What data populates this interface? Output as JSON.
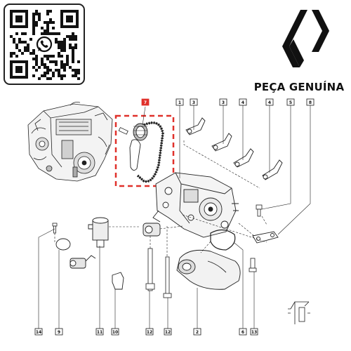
{
  "brand": {
    "tagline": "PEÇA GENUÍNA",
    "logo_icon": "renault-diamond-logo-icon",
    "qr_icon": "whatsapp-qr-code-icon"
  },
  "colors": {
    "highlight": "#e0312b",
    "line": "#1a1a1a"
  },
  "callouts_top": [
    {
      "id": "7",
      "label": "7",
      "highlight": true
    },
    {
      "id": "1",
      "label": "1"
    },
    {
      "id": "3a",
      "label": "3"
    },
    {
      "id": "3b",
      "label": "3"
    },
    {
      "id": "4a",
      "label": "4"
    },
    {
      "id": "4b",
      "label": "4"
    },
    {
      "id": "5",
      "label": "5"
    },
    {
      "id": "8",
      "label": "8"
    }
  ],
  "callouts_bottom": [
    {
      "id": "14",
      "label": "14"
    },
    {
      "id": "9",
      "label": "9"
    },
    {
      "id": "11",
      "label": "11"
    },
    {
      "id": "10",
      "label": "10"
    },
    {
      "id": "12a",
      "label": "12"
    },
    {
      "id": "12b",
      "label": "12"
    },
    {
      "id": "2",
      "label": "2"
    },
    {
      "id": "6",
      "label": "6"
    },
    {
      "id": "13",
      "label": "13"
    }
  ]
}
